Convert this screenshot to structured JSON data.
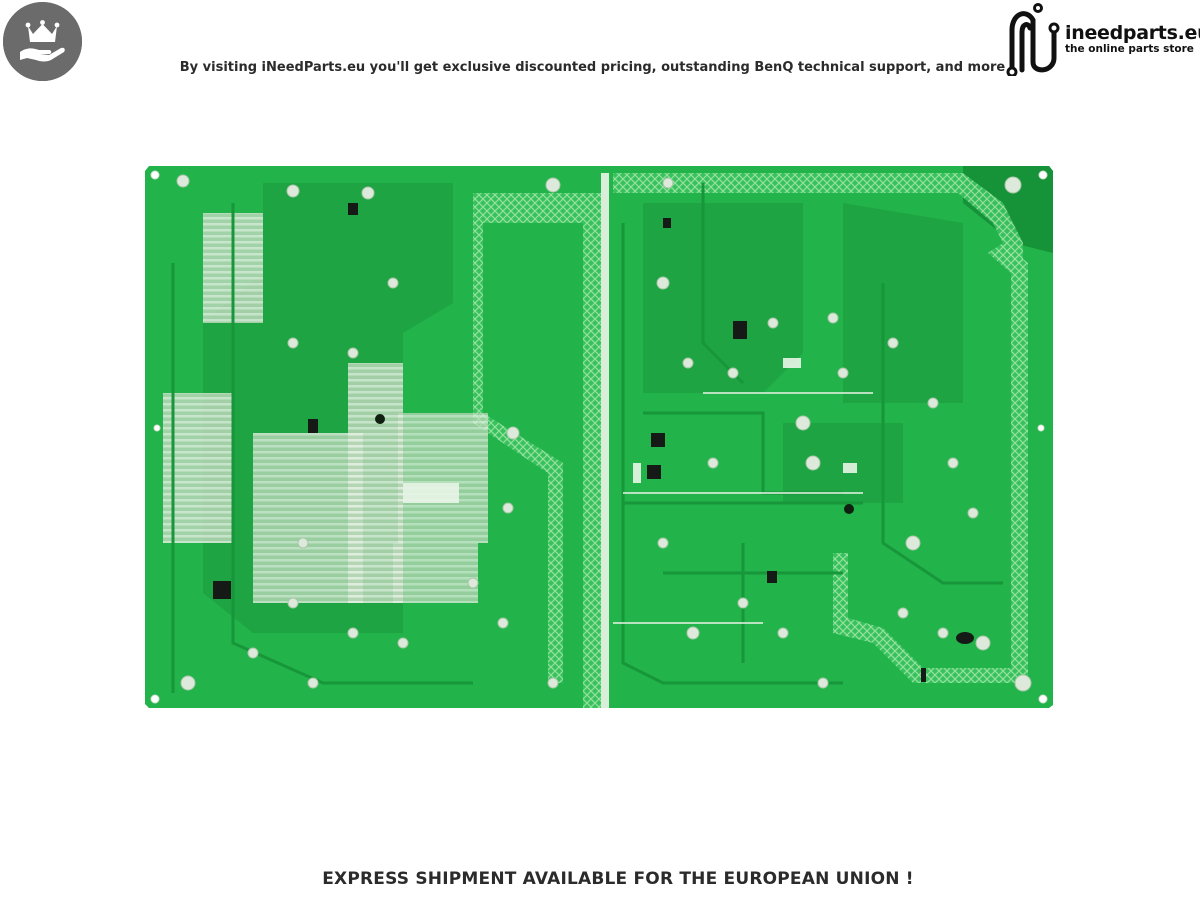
{
  "header": {
    "tagline": "By visiting iNeedParts.eu you'll get exclusive discounted pricing, outstanding BenQ technical support, and more",
    "brand_name": "ineedparts.eu",
    "brand_slogan": "the online parts store",
    "badge_icon": "crown-hand-icon",
    "logo_icon": "circuit-n-logo-icon"
  },
  "product_image": {
    "subject": "power-supply-circuit-board",
    "colors": {
      "pcb": "#22b34a",
      "pcb_dark": "#169238",
      "solder": "#d7e6d6",
      "hatch": "#7fd98f"
    }
  },
  "footer": {
    "notice": "EXPRESS SHIPMENT AVAILABLE FOR THE EUROPEAN UNION !"
  }
}
